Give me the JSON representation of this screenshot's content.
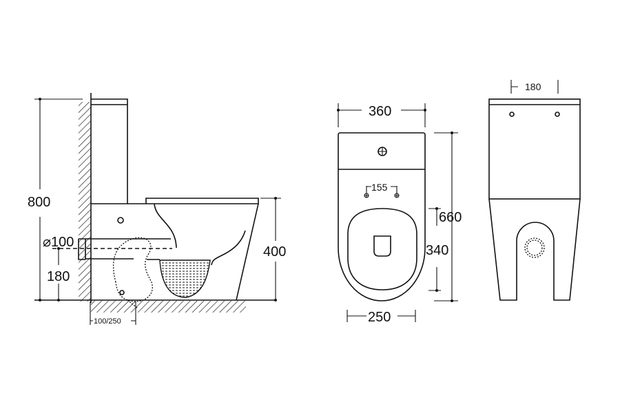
{
  "title": "Two-piece toilet dimension drawing",
  "side_view": {
    "height_total": "800",
    "outlet_diameter": "⌀100",
    "outlet_height": "180",
    "seat_height": "400",
    "rough_in": "100/250"
  },
  "top_view": {
    "width": "360",
    "bolt_spacing": "155",
    "length": "660",
    "seat_length": "340",
    "bowl_width": "250"
  },
  "back_view": {
    "hole_spacing": "180"
  }
}
